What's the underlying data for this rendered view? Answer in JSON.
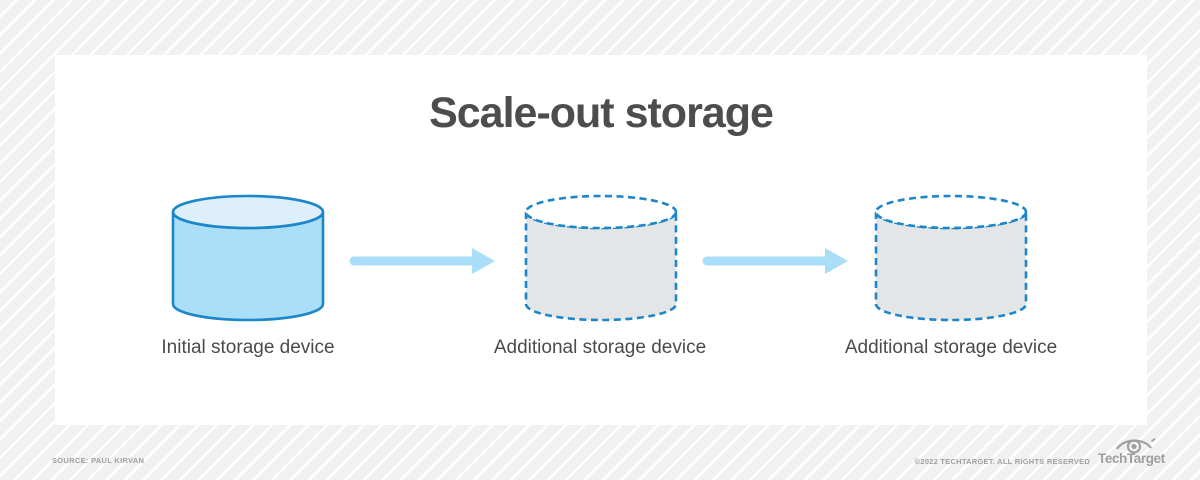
{
  "title": "Scale-out storage",
  "diagram": {
    "nodes": [
      {
        "id": "initial",
        "label": "Initial storage device",
        "style": "solid"
      },
      {
        "id": "additional-1",
        "label": "Additional storage device",
        "style": "dashed"
      },
      {
        "id": "additional-2",
        "label": "Additional storage device",
        "style": "dashed"
      }
    ],
    "arrows": [
      {
        "from": "initial",
        "to": "additional-1"
      },
      {
        "from": "additional-1",
        "to": "additional-2"
      }
    ]
  },
  "footer": {
    "source": "SOURCE: PAUL KIRVAN",
    "copyright": "©2022 TECHTARGET. ALL RIGHTS RESERVED",
    "brand": "TechTarget"
  },
  "colors": {
    "accent_blue": "#1b86c8",
    "cylinder_solid_body": "#abdff8",
    "cylinder_solid_top": "#ddeffb",
    "cylinder_dashed_body": "#e4e5e6",
    "cylinder_dashed_top": "#ffffff",
    "arrow_blue": "#a9def8",
    "title_gray": "#4d4d4f",
    "label_gray": "#4b4b4d",
    "footer_gray": "#a0a0a3",
    "card_white": "#ffffff",
    "background_gray": "#f1f1f2"
  }
}
